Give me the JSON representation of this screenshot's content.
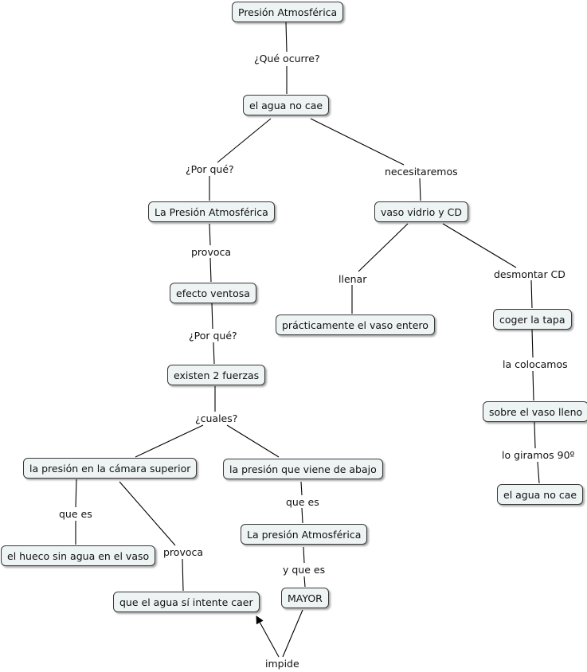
{
  "concepts": {
    "c0": "Presión Atmosférica",
    "c1": "el agua no cae",
    "c2": "La Presión Atmosférica",
    "c3": "vaso vidrio y CD",
    "c4": "efecto ventosa",
    "c5": "prácticamente el vaso entero",
    "c6": "coger la tapa",
    "c7": "existen 2 fuerzas",
    "c8": "sobre el vaso lleno",
    "c9": "el agua no cae",
    "c10": "la presión en la cámara superior",
    "c11": "la presión que viene de abajo",
    "c12": "La presión Atmosférica",
    "c13": "el hueco sin agua en el vaso",
    "c14": "que el agua sí intente caer",
    "c15": "MAYOR"
  },
  "links": {
    "l0": "¿Qué ocurre?",
    "l1": "¿Por qué?",
    "l2": "necesitaremos",
    "l3": "provoca",
    "l4": "llenar",
    "l5": "desmontar CD",
    "l6": "¿Por qué?",
    "l7": "la colocamos",
    "l8": "¿cuales?",
    "l9": "lo giramos 90º",
    "l10": "que es",
    "l11": "que es",
    "l12": "provoca",
    "l13": "y que es",
    "l14": "impide"
  }
}
